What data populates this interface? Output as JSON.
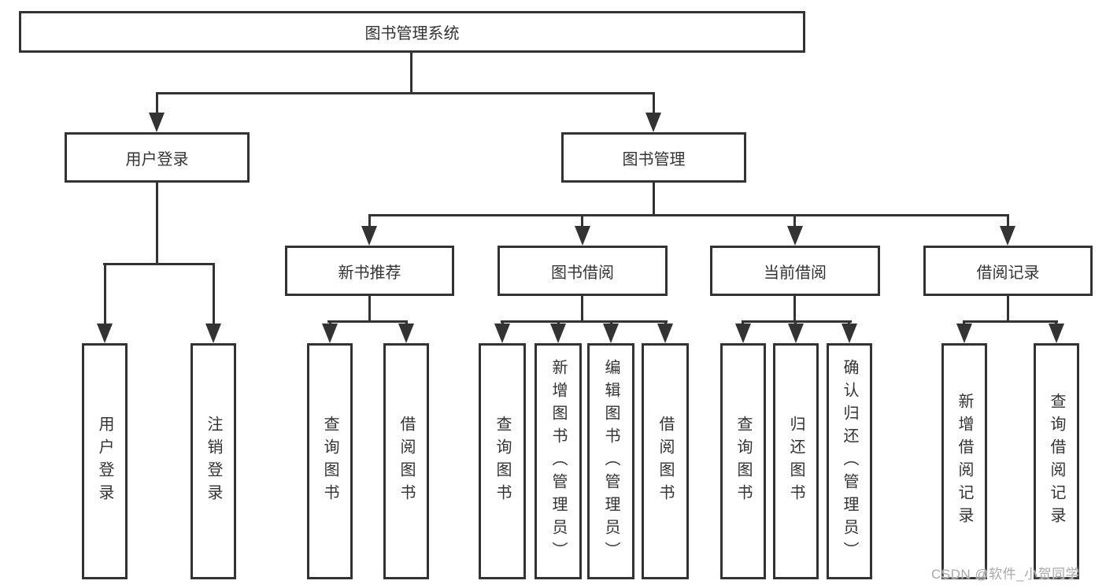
{
  "root_label": "图书管理系统",
  "level2": {
    "user_login": "用户登录",
    "book_management": "图书管理"
  },
  "level3": {
    "new_book_recommend": "新书推荐",
    "book_borrowing": "图书借阅",
    "current_borrowing": "当前借阅",
    "borrowing_records": "借阅记录"
  },
  "leaves": {
    "user_login": [
      "用户登录",
      "注销登录"
    ],
    "new_book_recommend": [
      "查询图书",
      "借阅图书"
    ],
    "book_borrowing": [
      "查询图书",
      "新增图书（管理员）",
      "编辑图书（管理员）",
      "借阅图书"
    ],
    "current_borrowing": [
      "查询图书",
      "归还图书",
      "确认归还（管理员）"
    ],
    "borrowing_records": [
      "新增借阅记录",
      "查询借阅记录"
    ]
  },
  "watermark": "CSDN @软件_小贺同学",
  "colors": {
    "line": "#333333",
    "text": "#333333",
    "box_bg": "#ffffff",
    "page_bg": "#ffffff",
    "watermark": "#a9a9a9"
  }
}
